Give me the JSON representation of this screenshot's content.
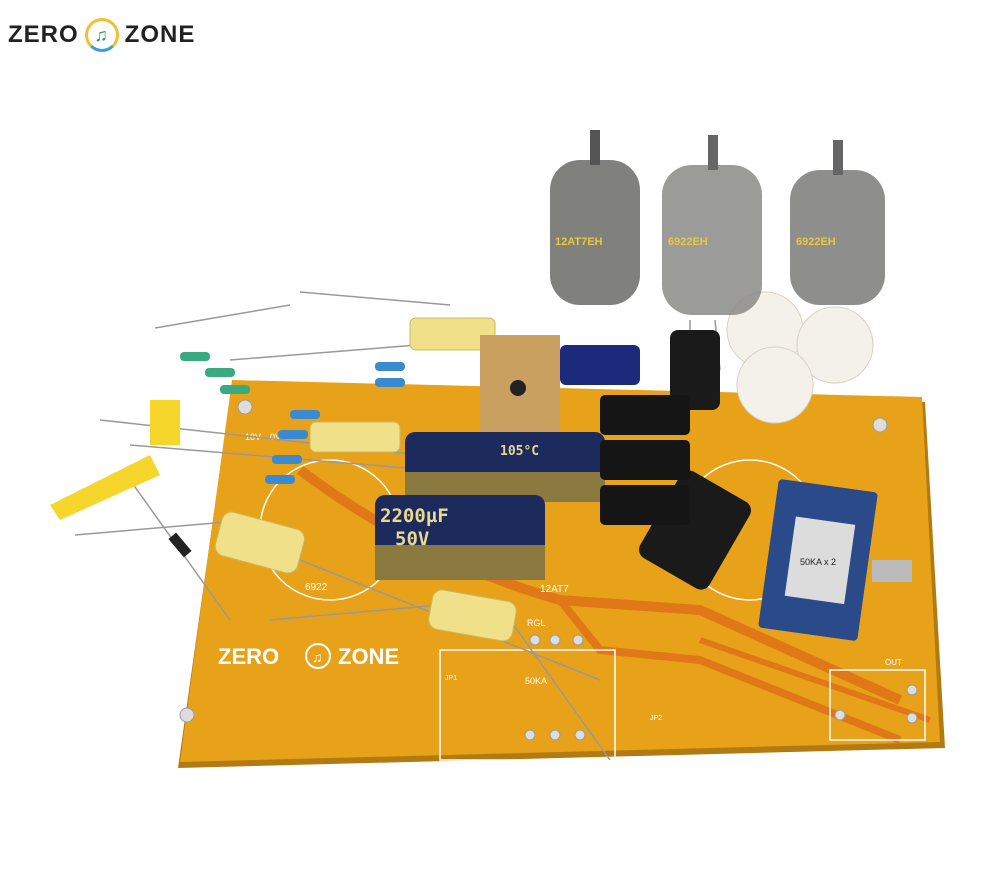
{
  "brand": {
    "left": "ZERO",
    "right": "ZONE",
    "icon": "music-note-icon"
  },
  "pcb": {
    "brand_left": "ZERO",
    "brand_right": "ZONE",
    "labels": {
      "tube1": "12AT7",
      "tube2": "6922",
      "pot": "50KA",
      "out": "OUT",
      "input": "RGL",
      "jp1": "JP1",
      "jp2": "JP2",
      "v1": "18V",
      "v2": "0V"
    }
  },
  "capacitors": {
    "big1_cap": "2200µF",
    "big1_volt": "50V",
    "big2_temp": "105°C"
  },
  "tubes": [
    {
      "label": "12AT7EH"
    },
    {
      "label": "6922EH"
    },
    {
      "label": "6922EH"
    }
  ],
  "potentiometer": {
    "label": "50KA x 2"
  },
  "colors": {
    "pcb": "#e8a21a",
    "trace": "#e07818",
    "cap_blue": "#1c2a5c",
    "film_cap": "#f0e08a",
    "pot_blue": "#2a4a8a"
  }
}
